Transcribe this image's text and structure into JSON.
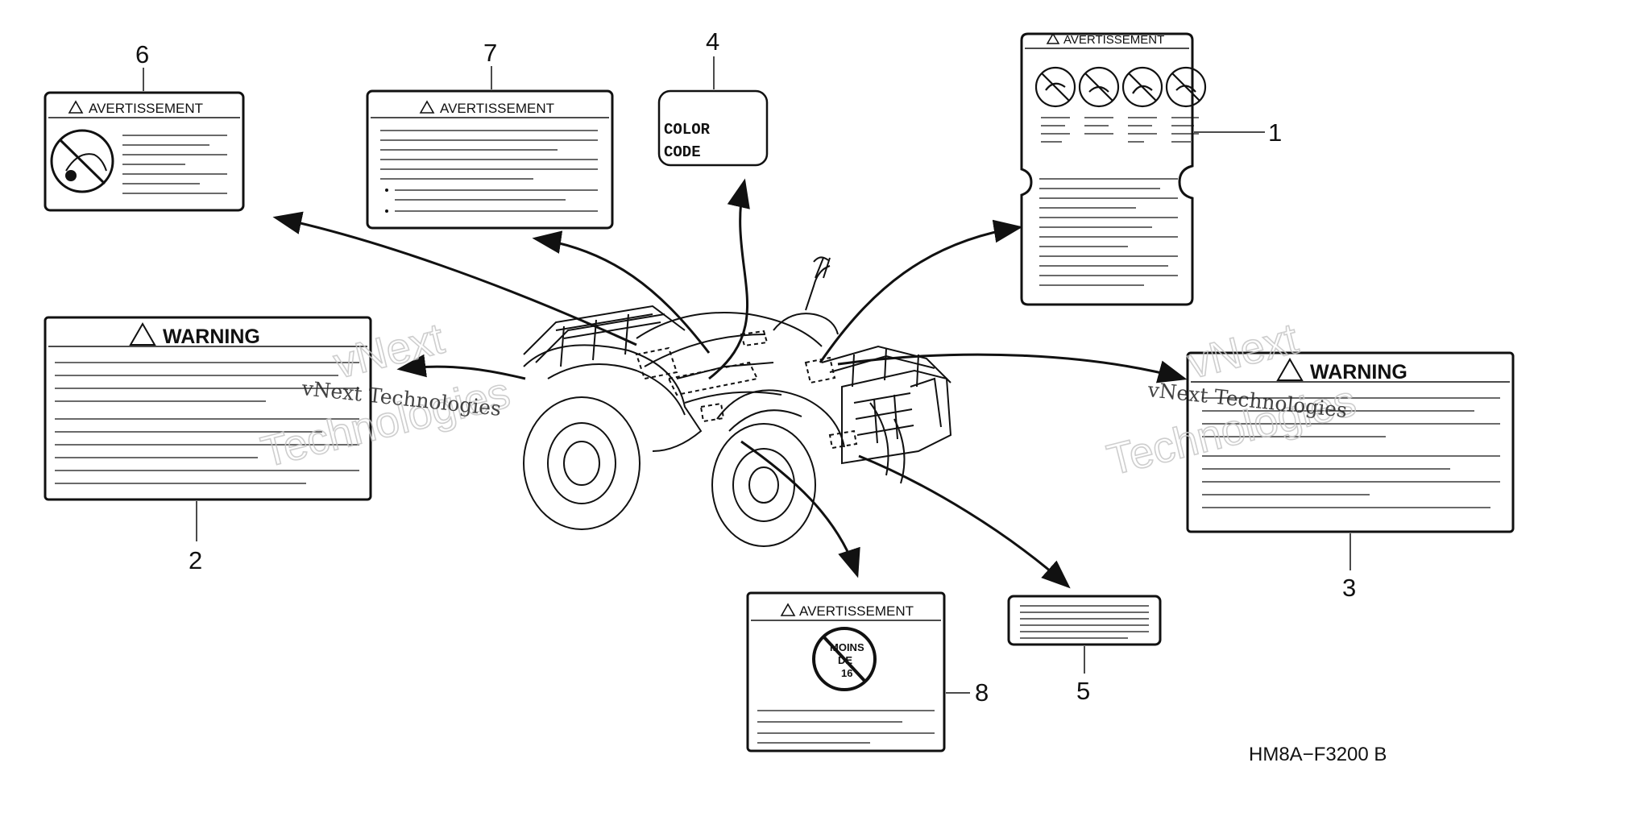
{
  "diagram": {
    "reference_code": "HM8A−F3200 B",
    "watermark": {
      "line1": "vNext",
      "line2": "Technologies",
      "inline": "vNext Technologies"
    },
    "parts": [
      {
        "callout": "1",
        "header": "AVERTISSEMENT",
        "type": "warning-label-large"
      },
      {
        "callout": "2",
        "header": "WARNING",
        "type": "warning-label"
      },
      {
        "callout": "3",
        "header": "WARNING",
        "type": "warning-label"
      },
      {
        "callout": "4",
        "text_line1": "COLOR",
        "text_line2": "CODE",
        "type": "color-code-label"
      },
      {
        "callout": "5",
        "type": "small-label"
      },
      {
        "callout": "6",
        "header": "AVERTISSEMENT",
        "type": "warning-label-icon"
      },
      {
        "callout": "7",
        "header": "AVERTISSEMENT",
        "type": "warning-label"
      },
      {
        "callout": "8",
        "header": "AVERTISSEMENT",
        "type": "age-warning-label",
        "icon_text": [
          "MOINS",
          "DE",
          "16"
        ]
      }
    ]
  }
}
